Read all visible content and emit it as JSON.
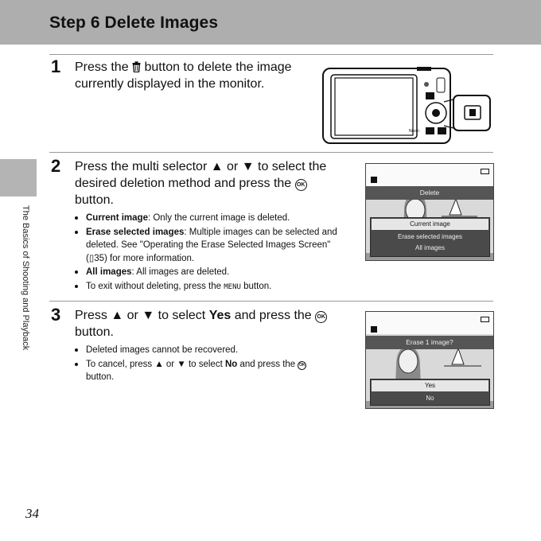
{
  "header": {
    "title": "Step 6 Delete Images"
  },
  "sidebar": {
    "section": "The Basics of Shooting and Playback"
  },
  "steps": [
    {
      "num": "1",
      "text_a": "Press the",
      "text_b": "button to delete the image",
      "text_c": "currently displayed in the monitor."
    },
    {
      "num": "2",
      "line1_a": "Press the multi selector",
      "line1_b": "or",
      "line1_c": "to select the",
      "line2": "desired deletion method and press the",
      "line3": "button.",
      "bullets": [
        {
          "bold": "Current image",
          "text": ": Only the current image is deleted."
        },
        {
          "bold": "Erase selected images",
          "text": ": Multiple images can be selected and deleted. See \"Operating the Erase Selected Images Screen\" (",
          "ref": "35",
          "tail": ") for more information."
        },
        {
          "bold": "All images",
          "text": ": All images are deleted."
        },
        {
          "text_pre": "To exit without deleting, press the ",
          "menu": "MENU",
          "text_post": " button."
        }
      ]
    },
    {
      "num": "3",
      "line1_a": "Press",
      "line1_b": "or",
      "line1_c": "to select",
      "line1_bold": "Yes",
      "line1_d": "and press the",
      "line2": "button.",
      "bullets": [
        {
          "text": "Deleted images cannot be recovered."
        },
        {
          "text_pre": "To cancel, press",
          "text_mid": "or",
          "text_mid2": "to select",
          "bold": "No",
          "text_post": "and press the",
          "line2": "button."
        }
      ]
    }
  ],
  "screen1": {
    "title": "Delete",
    "options": [
      "Current image",
      "Erase selected images",
      "All images"
    ]
  },
  "screen2": {
    "title": "Erase 1 image?",
    "options": [
      "Yes",
      "No"
    ]
  },
  "icons": {
    "ok": "OK",
    "up": "▲",
    "down": "▼",
    "trash": "trash-icon"
  },
  "page_number": "34"
}
